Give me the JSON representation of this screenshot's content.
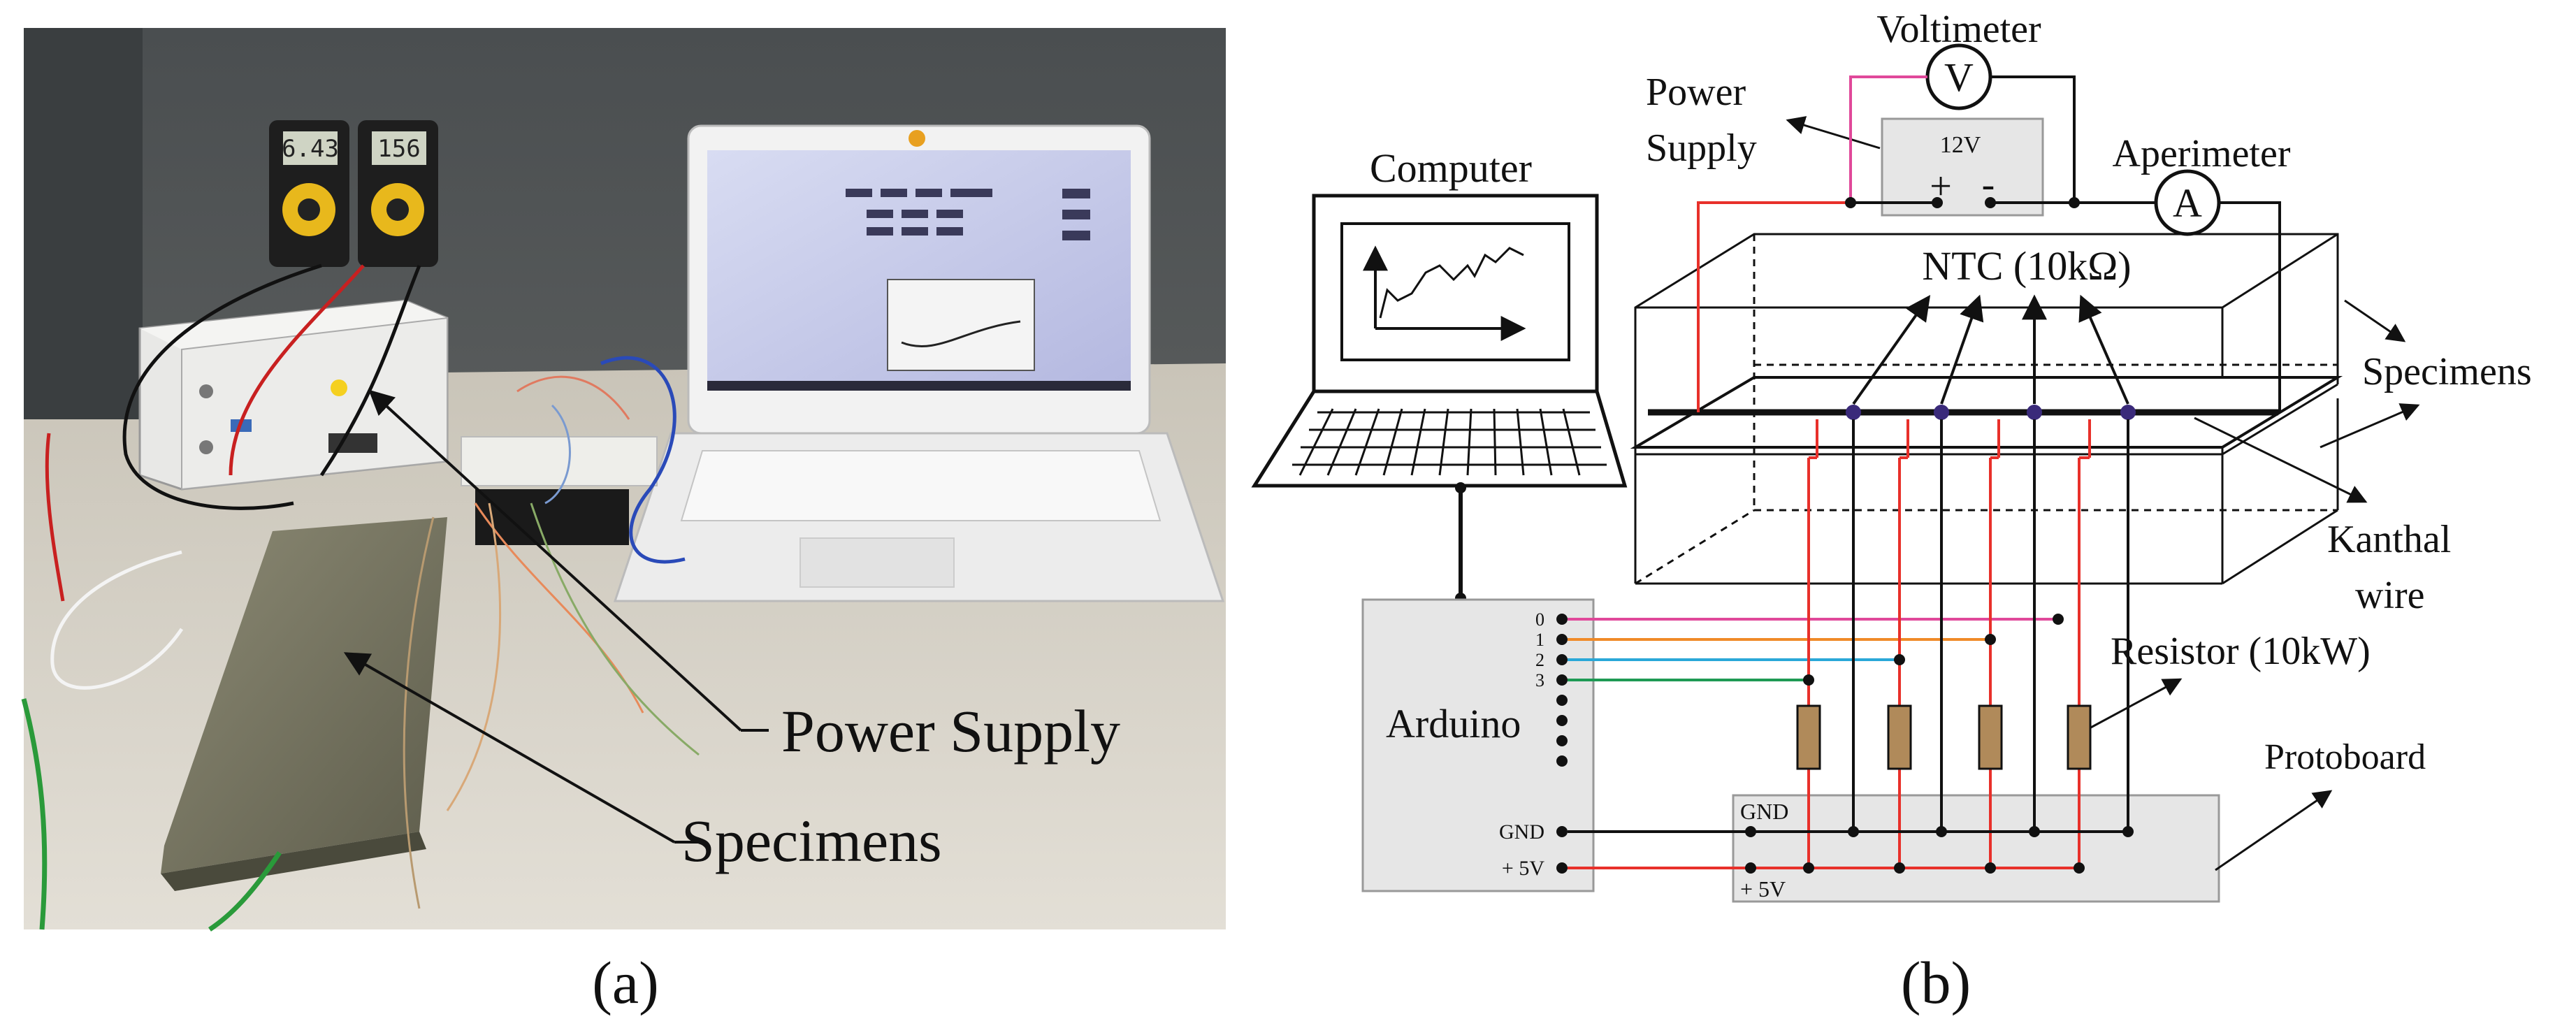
{
  "panel_a": {
    "photo_labels": {
      "power_supply": "Power Supply",
      "specimens": "Specimens"
    },
    "meter_readings": [
      "6.43",
      "156"
    ],
    "caption": "(a)"
  },
  "panel_b": {
    "computer": "Computer",
    "voltimeter": "Voltimeter",
    "voltimeter_symbol": "V",
    "power_supply_line1": "Power",
    "power_supply_line2": "Supply",
    "supply_voltage": "12V",
    "plus": "+",
    "minus": "-",
    "aperimeter": "Aperimeter",
    "aperimeter_symbol": "A",
    "ntc": "NTC (10kΩ)",
    "specimens": "Specimens",
    "kanthal_line1": "Kanthal",
    "kanthal_line2": "wire",
    "resistor": "Resistor (10kW)",
    "arduino": "Arduino",
    "pins": [
      "0",
      "1",
      "2",
      "3"
    ],
    "gnd_pin": "GND",
    "v5_pin": "+ 5V",
    "protoboard": "Protoboard",
    "proto_gnd": "GND",
    "proto_5v": "+ 5V",
    "caption": "(b)"
  },
  "colors": {
    "wire_red": "#e8302a",
    "wire_pink": "#e0489a",
    "wire_orange": "#f08a28",
    "wire_cyan": "#2aa8d8",
    "wire_green": "#1e9a54",
    "resistor": "#b08a5a",
    "panel_gray": "#e6e6e6",
    "ntc_dot": "#3a2a7a"
  }
}
